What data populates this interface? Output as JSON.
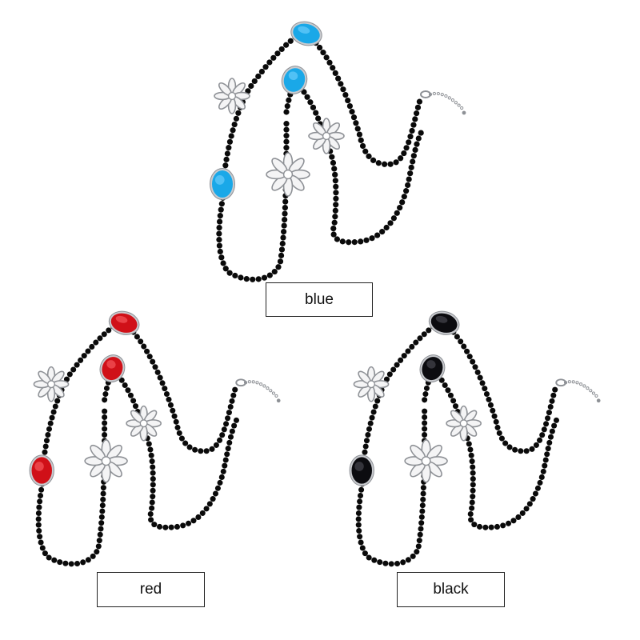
{
  "variants": [
    {
      "id": "blue",
      "label": "blue",
      "stone_color": "#1aa8e8",
      "stone_highlight": "#7fd6ff"
    },
    {
      "id": "red",
      "label": "red",
      "stone_color": "#d01018",
      "stone_highlight": "#ff6a70"
    },
    {
      "id": "black",
      "label": "black",
      "stone_color": "#0c0c10",
      "stone_highlight": "#55565e"
    }
  ],
  "colors": {
    "bead": "#0a0a0a",
    "metal": "#c9cbcf",
    "metal_edge": "#8e9196",
    "label_border": "#222222"
  },
  "icons": [
    "bead-chain-icon",
    "oval-stone-icon",
    "flower-charm-icon",
    "lobster-clasp-icon",
    "extender-chain-icon"
  ]
}
